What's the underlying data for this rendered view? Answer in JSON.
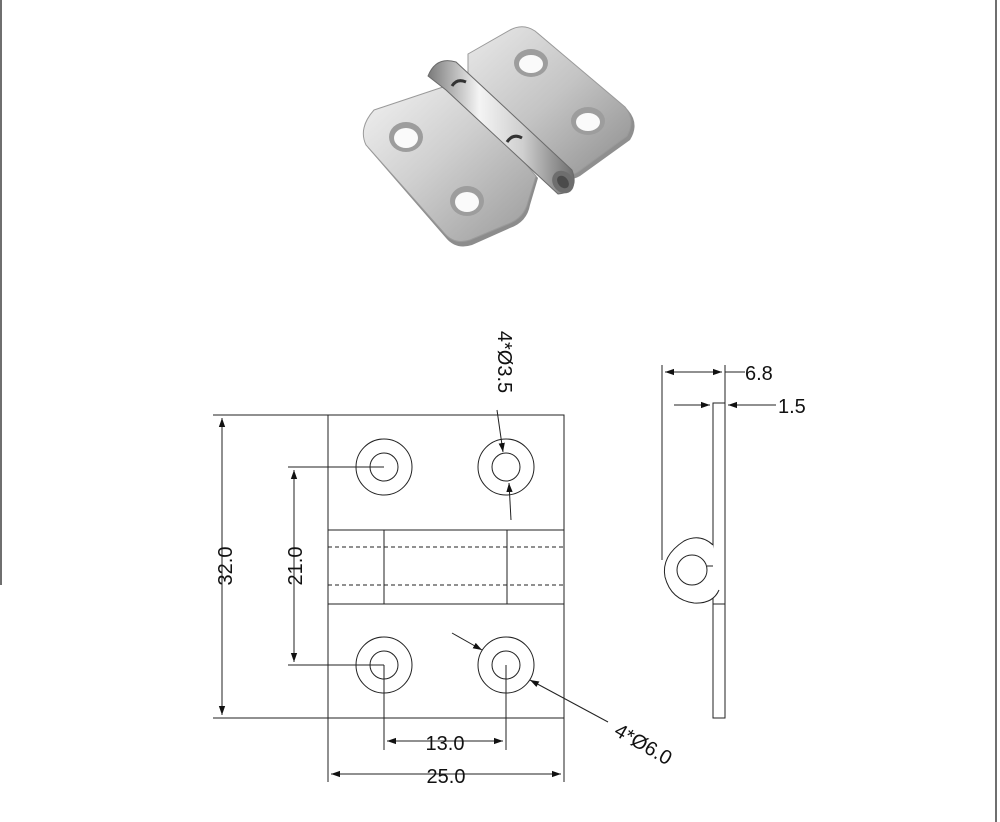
{
  "product": {
    "name": "stainless-steel-butt-hinge",
    "colors": {
      "metal_light": "#e6e6e6",
      "metal_mid": "#b9b9b9",
      "metal_dark": "#7d7d7d",
      "line": "#222222",
      "part_fill": "#ffffff"
    }
  },
  "front_view": {
    "dim_height": "32.0",
    "dim_hole_pitch_vertical": "21.0",
    "dim_hole_pitch_horizontal": "13.0",
    "dim_width": "25.0",
    "callout_small_holes": "4*Ø3.5",
    "callout_countersink": "4*Ø6.0"
  },
  "side_view": {
    "dim_knuckle_width": "6.8",
    "dim_thickness": "1.5"
  }
}
